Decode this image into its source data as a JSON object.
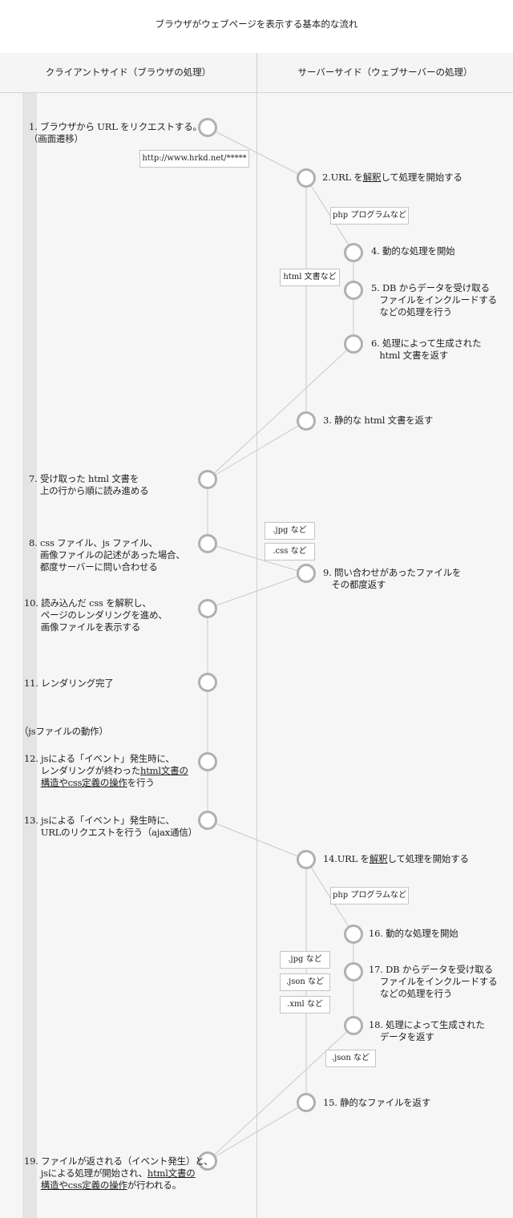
{
  "title": "ブラウザがウェブページを表示する基本的な流れ",
  "headers": {
    "client": "クライアントサイド（ブラウザの処理）",
    "server": "サーバーサイド（ウェブサーバーの処理）"
  },
  "section_js": "（jsファイルの動作）",
  "steps": {
    "s1": {
      "l1": "1. ブラウザから URL をリクエストする。",
      "l2": "（画面遷移）"
    },
    "s2": {
      "num": "2.URL を",
      "u": "解釈",
      "rest": "して処理を開始する"
    },
    "s3": "3. 静的な html 文書を返す",
    "s4": "4. 動的な処理を開始",
    "s5": {
      "l1": "5. DB からデータを受け取る",
      "l2": "ファイルをインクルードする",
      "l3": "などの処理を行う"
    },
    "s6": {
      "l1": "6. 処理によって生成された",
      "l2": "html 文書を返す"
    },
    "s7": {
      "l1": "7. 受け取った html 文書を",
      "l2": "上の行から順に読み進める"
    },
    "s8": {
      "l1": "8. css ファイル、js ファイル、",
      "l2": "画像ファイルの記述があった場合、",
      "l3": "都度サーバーに問い合わせる"
    },
    "s9": {
      "l1": "9. 問い合わせがあったファイルを",
      "l2": "その都度返す"
    },
    "s10": {
      "l1": "10. 読み込んだ css を解釈し、",
      "l2": "ページのレンダリングを進め、",
      "l3": "画像ファイルを表示する"
    },
    "s11": "11. レンダリング完了",
    "s12": {
      "l1": "12. jsによる「イベント」発生時に、",
      "l2a": "レンダリングが終わった",
      "l2u": "html文書の",
      "l3u": "構造やcss定義の操作",
      "l3b": "を行う"
    },
    "s13": {
      "l1": "13. jsによる「イベント」発生時に、",
      "l2": "URLのリクエストを行う（ajax通信）"
    },
    "s14": {
      "num": "14.URL を",
      "u": "解釈",
      "rest": "して処理を開始する"
    },
    "s15": "15. 静的なファイルを返す",
    "s16": "16. 動的な処理を開始",
    "s17": {
      "l1": "17. DB からデータを受け取る",
      "l2": "ファイルをインクルードする",
      "l3": "などの処理を行う"
    },
    "s18": {
      "l1": "18. 処理によって生成された",
      "l2": "データを返す"
    },
    "s19": {
      "l1": "19. ファイルが返される（イベント発生）と、",
      "l2a": "jsによる処理が開始され、",
      "l2u": "html文書の",
      "l3u": "構造やcss定義の操作",
      "l3b": "が行われる。"
    }
  },
  "tags": {
    "url": "http://www.hrkd.net/*****",
    "php1": "php プログラムなど",
    "html": "html 文書など",
    "jpg1": ".jpg など",
    "css1": ".css など",
    "php2": "php プログラムなど",
    "jpg2": ".jpg など",
    "json1": ".json など",
    "xml": ".xml など",
    "json2": ".json など"
  },
  "colors": {
    "line": "#c8c8c8",
    "node": "#b0b0b0",
    "panel": "#f6f6f6",
    "header": "#f5f5f5",
    "sidebar": "#e4e4e4"
  }
}
